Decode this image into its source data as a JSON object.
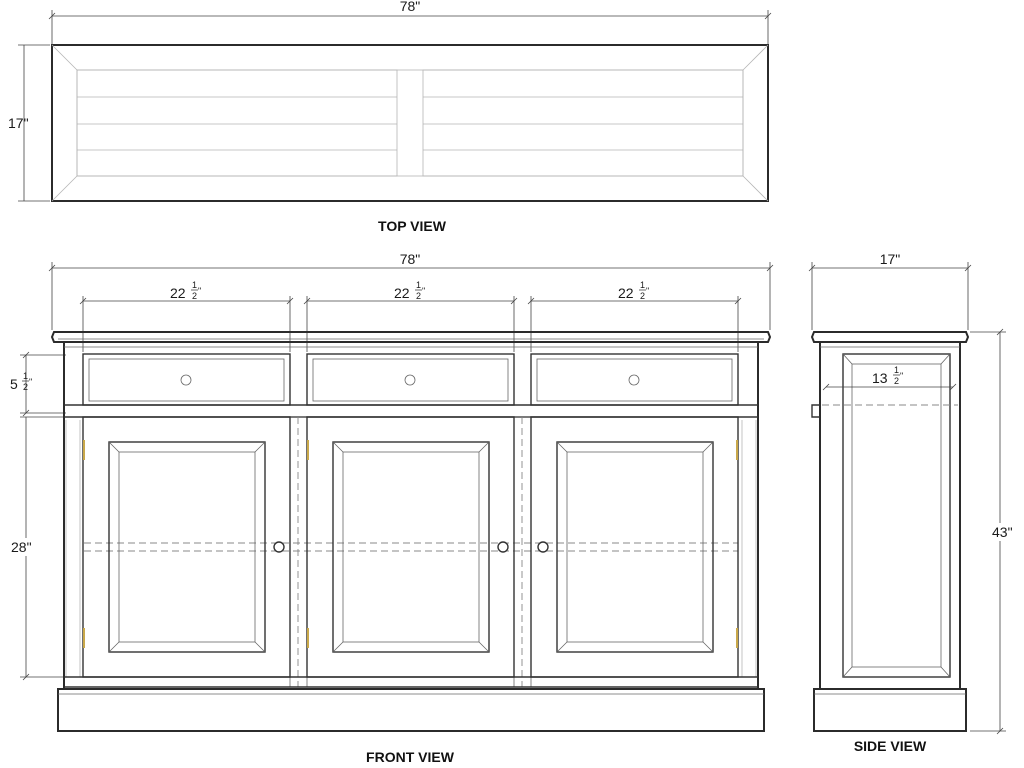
{
  "views": {
    "top": {
      "title": "TOP VIEW",
      "width": "78\"",
      "depth": "17\""
    },
    "front": {
      "title": "FRONT VIEW",
      "width": "78\"",
      "section_whole": "22",
      "section_frac_num": "1",
      "section_frac_den": "2",
      "section_unit": "\"",
      "drawer_whole": "5",
      "drawer_frac_num": "1",
      "drawer_frac_den": "2",
      "drawer_unit": "\"",
      "door_height": "28\""
    },
    "side": {
      "title": "SIDE VIEW",
      "depth": "17\"",
      "inner_whole": "13",
      "inner_frac_num": "1",
      "inner_frac_den": "2",
      "inner_unit": "\"",
      "height": "43\""
    }
  }
}
